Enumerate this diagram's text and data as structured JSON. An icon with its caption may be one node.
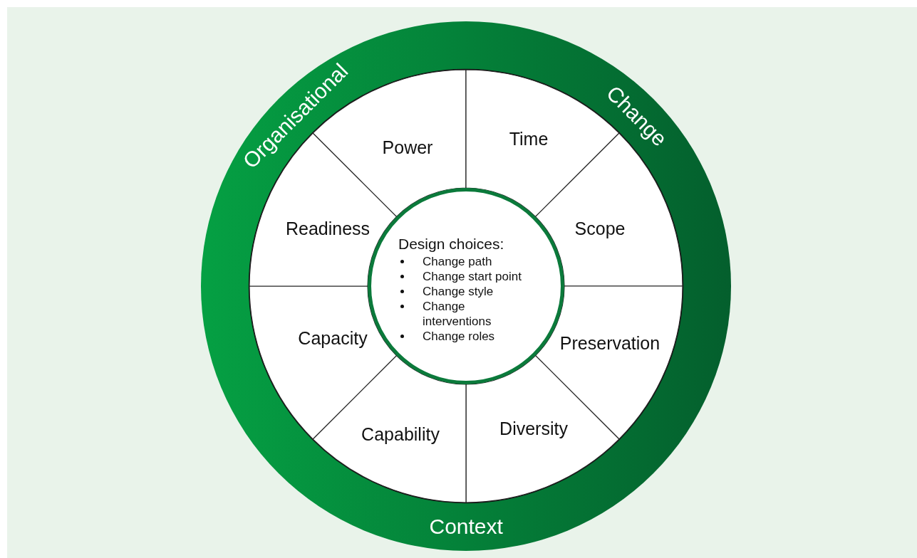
{
  "diagram": {
    "nodes": [
      {
        "text": [
          "Organisational",
          "Change",
          "Context"
        ]
      },
      {
        "text": [
          "Power"
        ],
        "in": 0
      },
      {
        "text": [
          "Time"
        ],
        "in": 0
      },
      {
        "text": [
          "Scope"
        ],
        "in": 0
      },
      {
        "text": [
          "Preservation"
        ],
        "in": 0
      },
      {
        "text": [
          "Diversity"
        ],
        "in": 0
      },
      {
        "text": [
          "Capability"
        ],
        "in": 0
      },
      {
        "text": [
          "Capacity"
        ],
        "in": 0
      },
      {
        "text": [
          "Readiness"
        ],
        "in": 0
      },
      {
        "text": [
          "Design choices:",
          "Change path",
          "Change start point",
          "Change style",
          "Change interventions",
          "Change roles"
        ],
        "in": 0
      }
    ]
  }
}
